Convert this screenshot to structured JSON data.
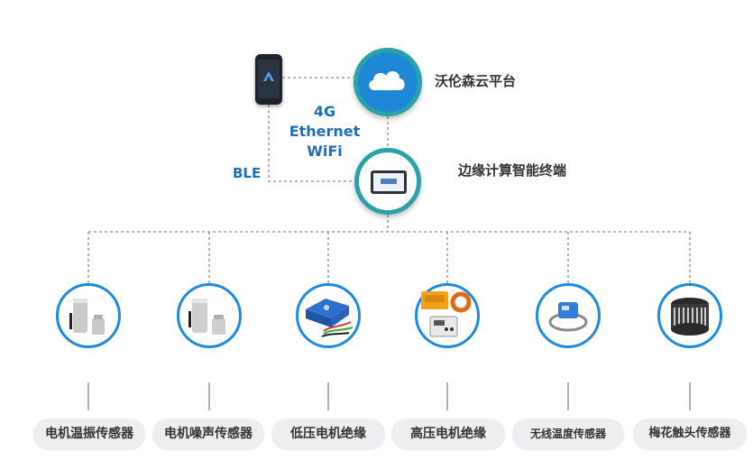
{
  "cloud": {
    "label": "沃伦森云平台",
    "icon": "cloud-icon"
  },
  "edge": {
    "label": "边缘计算智能终端",
    "icon": "tablet-icon"
  },
  "protocols": [
    "4G",
    "Ethernet",
    "WiFi"
  ],
  "ble": "BLE",
  "phone": {
    "icon": "smartphone-icon"
  },
  "devices": [
    {
      "label": "电机温振传感器",
      "icon": "vibration-sensor-icon"
    },
    {
      "label": "电机噪声传感器",
      "icon": "noise-sensor-icon"
    },
    {
      "label": "低压电机绝缘",
      "icon": "low-voltage-insulation-icon"
    },
    {
      "label": "高压电机绝缘",
      "icon": "high-voltage-insulation-icon"
    },
    {
      "label": "无线温度传感器",
      "icon": "wireless-temperature-sensor-icon"
    },
    {
      "label": "梅花触头传感器",
      "icon": "plum-contact-sensor-icon"
    }
  ],
  "colors": {
    "accent": "#1f8be0",
    "teal_ring": "#2aa3a8",
    "text_blue": "#1e6fb3",
    "line": "#999999"
  }
}
